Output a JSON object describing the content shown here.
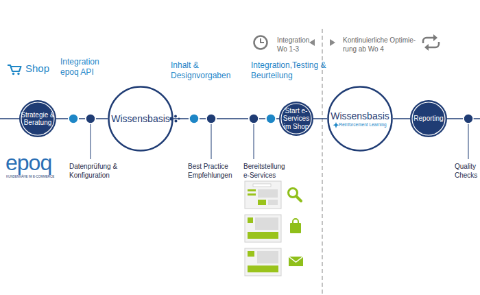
{
  "diagram": {
    "nodes": [
      {
        "text": [
          "Strategie & Beratung"
        ]
      },
      {
        "text": [
          "Integration epoq API"
        ]
      },
      {
        "text": [
          "Datenprüfung & Konfiguration"
        ]
      },
      {
        "text": [
          "Wissensbasis"
        ]
      },
      {
        "text": [
          "Inhalt & Designvorgaben"
        ]
      },
      {
        "text": [
          "Best Practice Empfehlungen"
        ]
      },
      {
        "text": [
          "Bereitstellung e-Services"
        ]
      },
      {
        "text": [
          "Integration,Testing & Beurteilung"
        ]
      },
      {
        "text": [
          "Start e-Services im Shop"
        ]
      },
      {
        "text": [
          "Wissensbasis",
          "Reinforcement Learning"
        ]
      },
      {
        "text": [
          "Reporting"
        ]
      },
      {
        "text": [
          "Quality Checks"
        ]
      }
    ],
    "edges": [
      {
        "from": 0,
        "to": 1,
        "arrow": "none"
      },
      {
        "from": 1,
        "to": 2,
        "arrow": "none"
      },
      {
        "from": 2,
        "to": 3,
        "arrow": "none"
      },
      {
        "from": 3,
        "to": 4,
        "arrow": "none"
      },
      {
        "from": 4,
        "to": 5,
        "arrow": "none"
      },
      {
        "from": 5,
        "to": 6,
        "arrow": "none"
      },
      {
        "from": 6,
        "to": 7,
        "arrow": "none"
      },
      {
        "from": 7,
        "to": 8,
        "arrow": "none"
      },
      {
        "from": 8,
        "to": 9,
        "arrow": "none"
      },
      {
        "from": 9,
        "to": 10,
        "arrow": "none"
      },
      {
        "from": 10,
        "to": 11,
        "arrow": "none"
      }
    ],
    "labels": [
      "Shop",
      "epoq",
      "KUNDENNÄHE IM E-COMMERCE",
      "Integration Wo 1-3",
      "Kontinuierliche Optimie- rung ab Wo 4"
    ]
  }
}
